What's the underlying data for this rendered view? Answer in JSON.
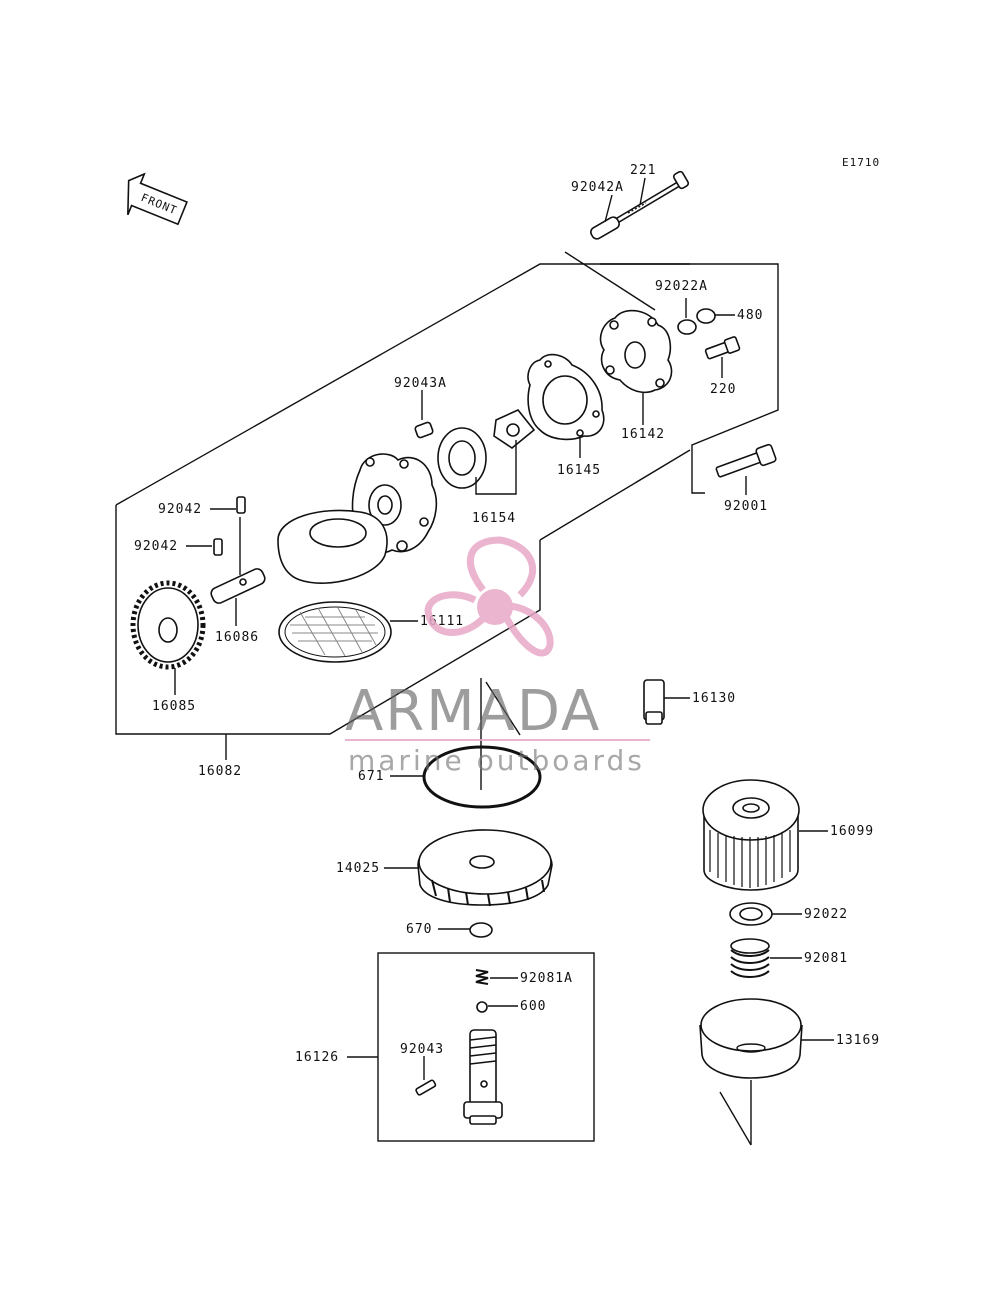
{
  "diagram_code": "E1710",
  "front_label": "FRONT",
  "watermark": {
    "brand": "ARMADA",
    "tagline": "marine outboards",
    "accent_color": "#e8a7c7"
  },
  "labels": {
    "p221": "221",
    "p92042A": "92042A",
    "p92022A": "92022A",
    "p480": "480",
    "p220": "220",
    "p16142": "16142",
    "p92043A": "92043A",
    "p16145": "16145",
    "p16154": "16154",
    "p92001": "92001",
    "p92042a": "92042",
    "p92042b": "92042",
    "p16086": "16086",
    "p16111": "16111",
    "p16085": "16085",
    "p16082": "16082",
    "p16130": "16130",
    "p671": "671",
    "p16099": "16099",
    "p14025": "14025",
    "p92022": "92022",
    "p670": "670",
    "p92081A": "92081A",
    "p92081": "92081",
    "p600": "600",
    "p16126": "16126",
    "p92043": "92043",
    "p13169": "13169"
  }
}
